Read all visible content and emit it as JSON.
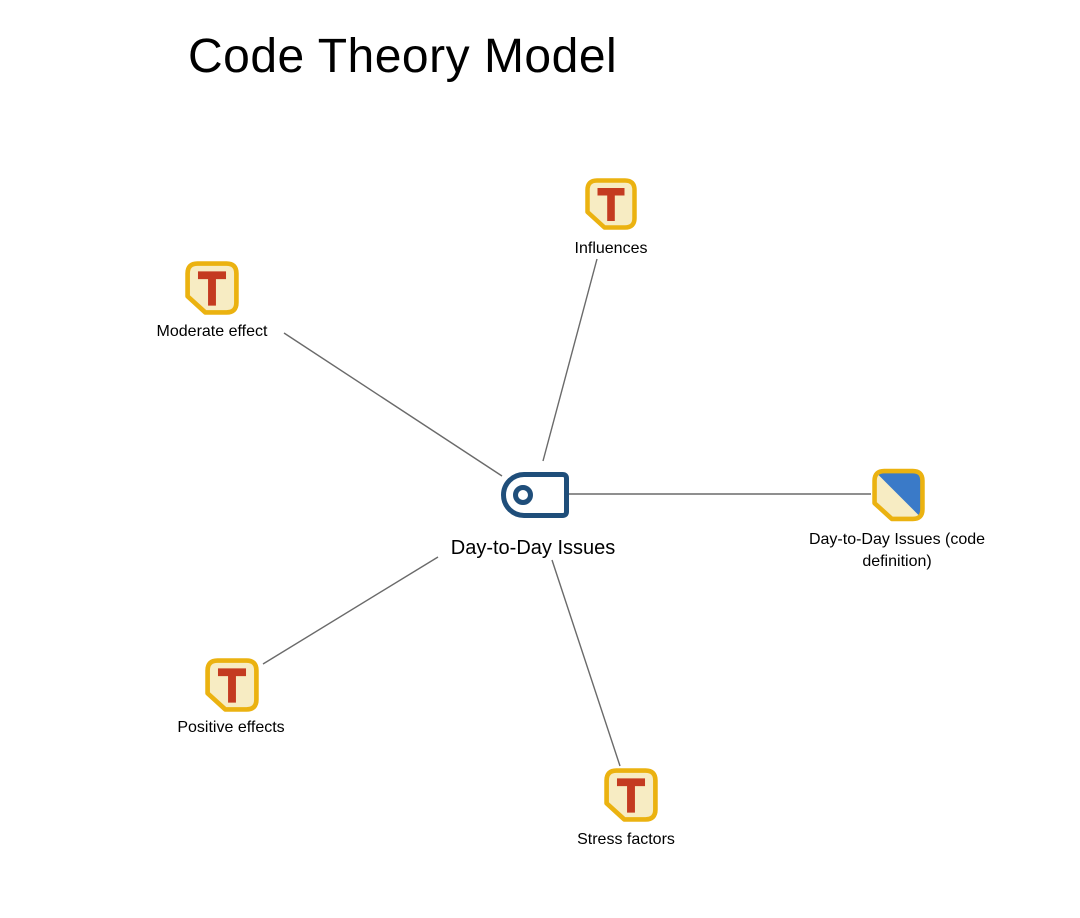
{
  "title": "Code Theory Model",
  "colors": {
    "memo_border": "#EBB210",
    "memo_fill": "#F7ECC3",
    "memo_letter": "#C43B20",
    "code_blue": "#3A7AC8",
    "tag_navy": "#1F4E7A",
    "edge_gray": "#6A6A6A",
    "text": "#000000",
    "background": "#FFFFFF"
  },
  "central_node": {
    "label": "Day-to-Day Issues",
    "icon": "code-tag-icon"
  },
  "nodes": [
    {
      "id": "influences",
      "label": "Influences",
      "icon": "memo-t-icon"
    },
    {
      "id": "moderate-effect",
      "label": "Moderate effect",
      "icon": "memo-t-icon"
    },
    {
      "id": "code-definition",
      "label": "Day-to-Day Issues  (code definition)",
      "icon": "code-definition-icon"
    },
    {
      "id": "positive-effects",
      "label": "Positive effects",
      "icon": "memo-t-icon"
    },
    {
      "id": "stress-factors",
      "label": "Stress factors",
      "icon": "memo-t-icon"
    }
  ],
  "edges": [
    {
      "from": "Day-to-Day Issues",
      "to": "Influences"
    },
    {
      "from": "Day-to-Day Issues",
      "to": "Moderate effect"
    },
    {
      "from": "Day-to-Day Issues",
      "to": "Day-to-Day Issues  (code definition)"
    },
    {
      "from": "Day-to-Day Issues",
      "to": "Positive effects"
    },
    {
      "from": "Day-to-Day Issues",
      "to": "Stress factors"
    }
  ]
}
